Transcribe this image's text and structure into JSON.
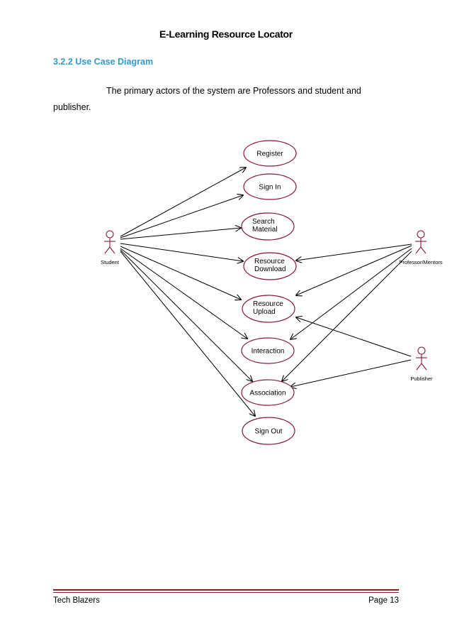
{
  "document": {
    "title": "E-Learning Resource Locator",
    "section_heading": "3.2.2 Use Case Diagram",
    "intro_line1": "The primary actors of the system are Professors and student and",
    "intro_line2": "publisher."
  },
  "diagram": {
    "actors": [
      {
        "id": "student",
        "label": "Student"
      },
      {
        "id": "professor",
        "label": "Professor/Mentors"
      },
      {
        "id": "publisher",
        "label": "Publisher"
      }
    ],
    "use_cases": [
      {
        "id": "register",
        "lines": [
          "Register"
        ]
      },
      {
        "id": "signin",
        "lines": [
          "Sign In"
        ]
      },
      {
        "id": "search",
        "lines": [
          "Search",
          "Material"
        ]
      },
      {
        "id": "download",
        "lines": [
          "Resource",
          "Download"
        ]
      },
      {
        "id": "upload",
        "lines": [
          "Resource",
          "Upload"
        ]
      },
      {
        "id": "interaction",
        "lines": [
          "Interaction"
        ]
      },
      {
        "id": "association",
        "lines": [
          "Association"
        ]
      },
      {
        "id": "signout",
        "lines": [
          "Sign Out"
        ]
      }
    ],
    "associations": [
      {
        "from": "student",
        "to": "register"
      },
      {
        "from": "student",
        "to": "signin"
      },
      {
        "from": "student",
        "to": "search"
      },
      {
        "from": "student",
        "to": "download"
      },
      {
        "from": "student",
        "to": "upload"
      },
      {
        "from": "student",
        "to": "interaction"
      },
      {
        "from": "student",
        "to": "association"
      },
      {
        "from": "student",
        "to": "signout"
      },
      {
        "from": "professor",
        "to": "download"
      },
      {
        "from": "professor",
        "to": "upload"
      },
      {
        "from": "professor",
        "to": "interaction"
      },
      {
        "from": "professor",
        "to": "association"
      },
      {
        "from": "publisher",
        "to": "upload"
      },
      {
        "from": "publisher",
        "to": "association"
      }
    ],
    "colors": {
      "ellipse_stroke": "#8b1a3a",
      "actor_stroke": "#8b1a3a",
      "line": "#000000"
    }
  },
  "footer": {
    "left": "Tech Blazers",
    "right": "Page 13"
  }
}
